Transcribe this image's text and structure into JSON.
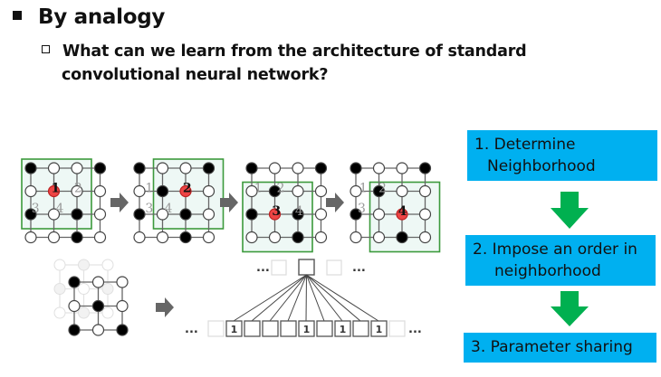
{
  "slide": {
    "bullet_level1": "By analogy",
    "bullet_level2_line1": "What can we learn from the architecture of standard",
    "bullet_level2_line2": "convolutional neural network?"
  },
  "grid_panels": [
    {
      "step_label": "1",
      "neighbor_labels": [
        "2",
        "3",
        "4"
      ]
    },
    {
      "step_label": "2",
      "neighbor_labels": [
        "1",
        "3",
        "4"
      ]
    },
    {
      "step_label": "3",
      "neighbor_labels": [
        "1",
        "2",
        "4"
      ]
    },
    {
      "step_label": "4",
      "neighbor_labels": [
        "1",
        "2",
        "3"
      ]
    }
  ],
  "sequence": {
    "ellipsis": "...",
    "bottom_cells": [
      "1",
      "",
      "",
      "",
      "1",
      "",
      "1",
      "",
      "1"
    ]
  },
  "flow": {
    "colors": {
      "box": "#00b0f0",
      "arrow": "#00b050"
    },
    "steps": [
      {
        "line1": "1. Determine",
        "line2": "Neighborhood"
      },
      {
        "line1": "2. Impose an order in",
        "line2": "neighborhood"
      },
      {
        "line1": "3. Parameter sharing",
        "line2": ""
      }
    ]
  }
}
